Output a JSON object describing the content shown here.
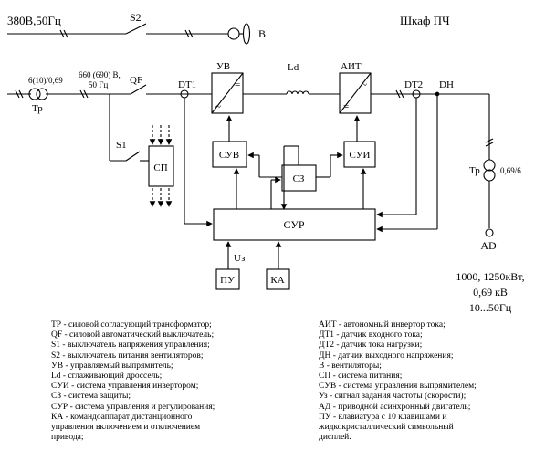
{
  "top": {
    "supply": "380В,50Гц",
    "s2": "S2",
    "fan": "В",
    "cabinet": "Шкаф ПЧ"
  },
  "line": {
    "tr_rating": "6(10)/0,69",
    "tr": "Тр",
    "feed_1": "660 (690) В,",
    "feed_2": "50 Гц",
    "qf": "QF",
    "dt1": "DT1",
    "dt2": "DT2",
    "dh": "DH",
    "ld": "Ld",
    "s1": "S1",
    "sp": "СП"
  },
  "blocks": {
    "uv": "УВ",
    "ait": "АИТ",
    "suv": "СУВ",
    "sui": "СУИ",
    "sz": "СЗ",
    "sur": "СУР",
    "pu": "ПУ",
    "ka": "КА",
    "uz": "Uз",
    "sym_eq": "=",
    "sym_ac": "~"
  },
  "output": {
    "tr": "Тр",
    "tr_rating": "0,69/6",
    "ad": "AD",
    "power": "1000, 1250кВт,",
    "voltage": "0,69 кВ",
    "freq": "10...50Гц"
  },
  "legend_left": [
    "ТР - силовой согласующий трансформатор;",
    "QF - силовой автоматический выключатель;",
    "S1 - выключатель напряжения управления;",
    "S2 - выключатель питания вентиляторов;",
    "УВ - управляемый выпрямитель;",
    "Ld - сглаживающий дроссель;",
    "СУИ - система управления инвертором;",
    "СЗ - система защиты;",
    "СУР - система управления и регулирования;",
    "КА - командоаппарат дистанционного",
    "управления включением и отключением",
    "привода;"
  ],
  "legend_right": [
    "АИТ - автономный инвертор тока;",
    "ДТ1 - датчик входного тока;",
    "ДТ2 - датчик тока нагрузки;",
    "ДН - датчик выходного напряжения;",
    "В - вентиляторы;",
    "СП - система питания;",
    "СУВ - система управления выпрямителем;",
    "Уз - сигнал задания частоты (скорости);",
    "АД - приводной асинхронный двигатель;",
    "ПУ - клавиатура с 10 клавишами и",
    "жидкокристаллический символьный",
    "дисплей."
  ]
}
